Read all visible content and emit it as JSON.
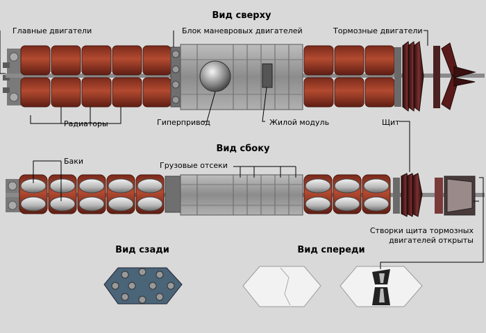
{
  "titles": {
    "top_view": "Вид сверху",
    "side_view": "Вид сбоку",
    "rear_view": "Вид сзади",
    "front_view": "Вид спереди"
  },
  "labels": {
    "main_engines": "Главные двигатели",
    "maneuver_block": "Блок маневровых двигателей",
    "brake_engines": "Тормозные двигатели",
    "radiators": "Радиаторы",
    "hyperdrive": "Гиперпривод",
    "habitat_module": "Жилой модуль",
    "shield": "Щит",
    "tanks": "Баки",
    "cargo_bays": "Грузовые отсеки",
    "shield_flaps_line1": "Створки щита тормозных",
    "shield_flaps_line2": "двигателей открыты"
  },
  "colors": {
    "background": "#d9d9d9",
    "radiator": "#a5412b",
    "radiator_dark": "#6e2418",
    "hull": "#9a9a9a",
    "hull_light": "#c8c8c8",
    "brake_dark": "#3a1414",
    "rear_blue": "#4a6478",
    "front_white": "#f2f2f2"
  }
}
